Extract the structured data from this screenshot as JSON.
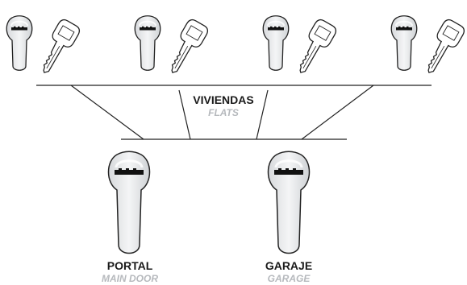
{
  "flats": {
    "label": "VIVIENDAS",
    "sublabel": "FLATS"
  },
  "main_door": {
    "label": "PORTAL",
    "sublabel": "MAIN DOOR"
  },
  "garage": {
    "label": "GARAJE",
    "sublabel": "GARAGE"
  },
  "icons": {
    "flat_cylinder": "lock-cylinder-icon",
    "flat_key": "key-icon",
    "master_cylinder": "lock-cylinder-icon"
  },
  "colors": {
    "line": "#222222",
    "label": "#1a1a1a",
    "sublabel": "#b6b9bd",
    "cylinder_fill": "#e9eaec",
    "key_fill": "#ffffff"
  }
}
